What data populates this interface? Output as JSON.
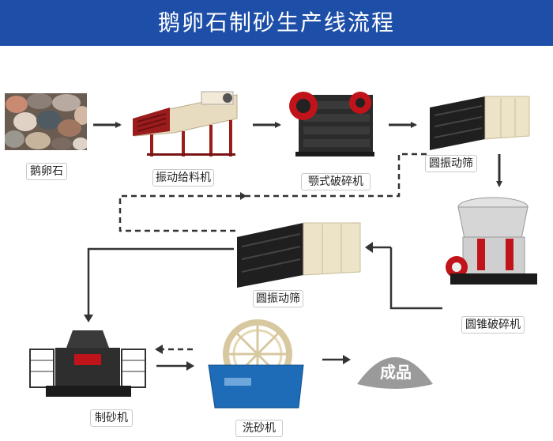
{
  "title": "鹅卵石制砂生产线流程",
  "nodes": {
    "pebble": "鹅卵石",
    "vibrating_feeder": "振动给料机",
    "jaw_crusher": "颚式破碎机",
    "circular_screen_1": "圆振动筛",
    "cone_crusher": "圆锥破碎机",
    "circular_screen_2": "圆振动筛",
    "sand_maker": "制砂机",
    "sand_washer": "洗砂机",
    "product": "成品"
  },
  "colors": {
    "banner": "#1e4fa8",
    "product_pile": "#9a9a9a",
    "arrow": "#333333"
  }
}
